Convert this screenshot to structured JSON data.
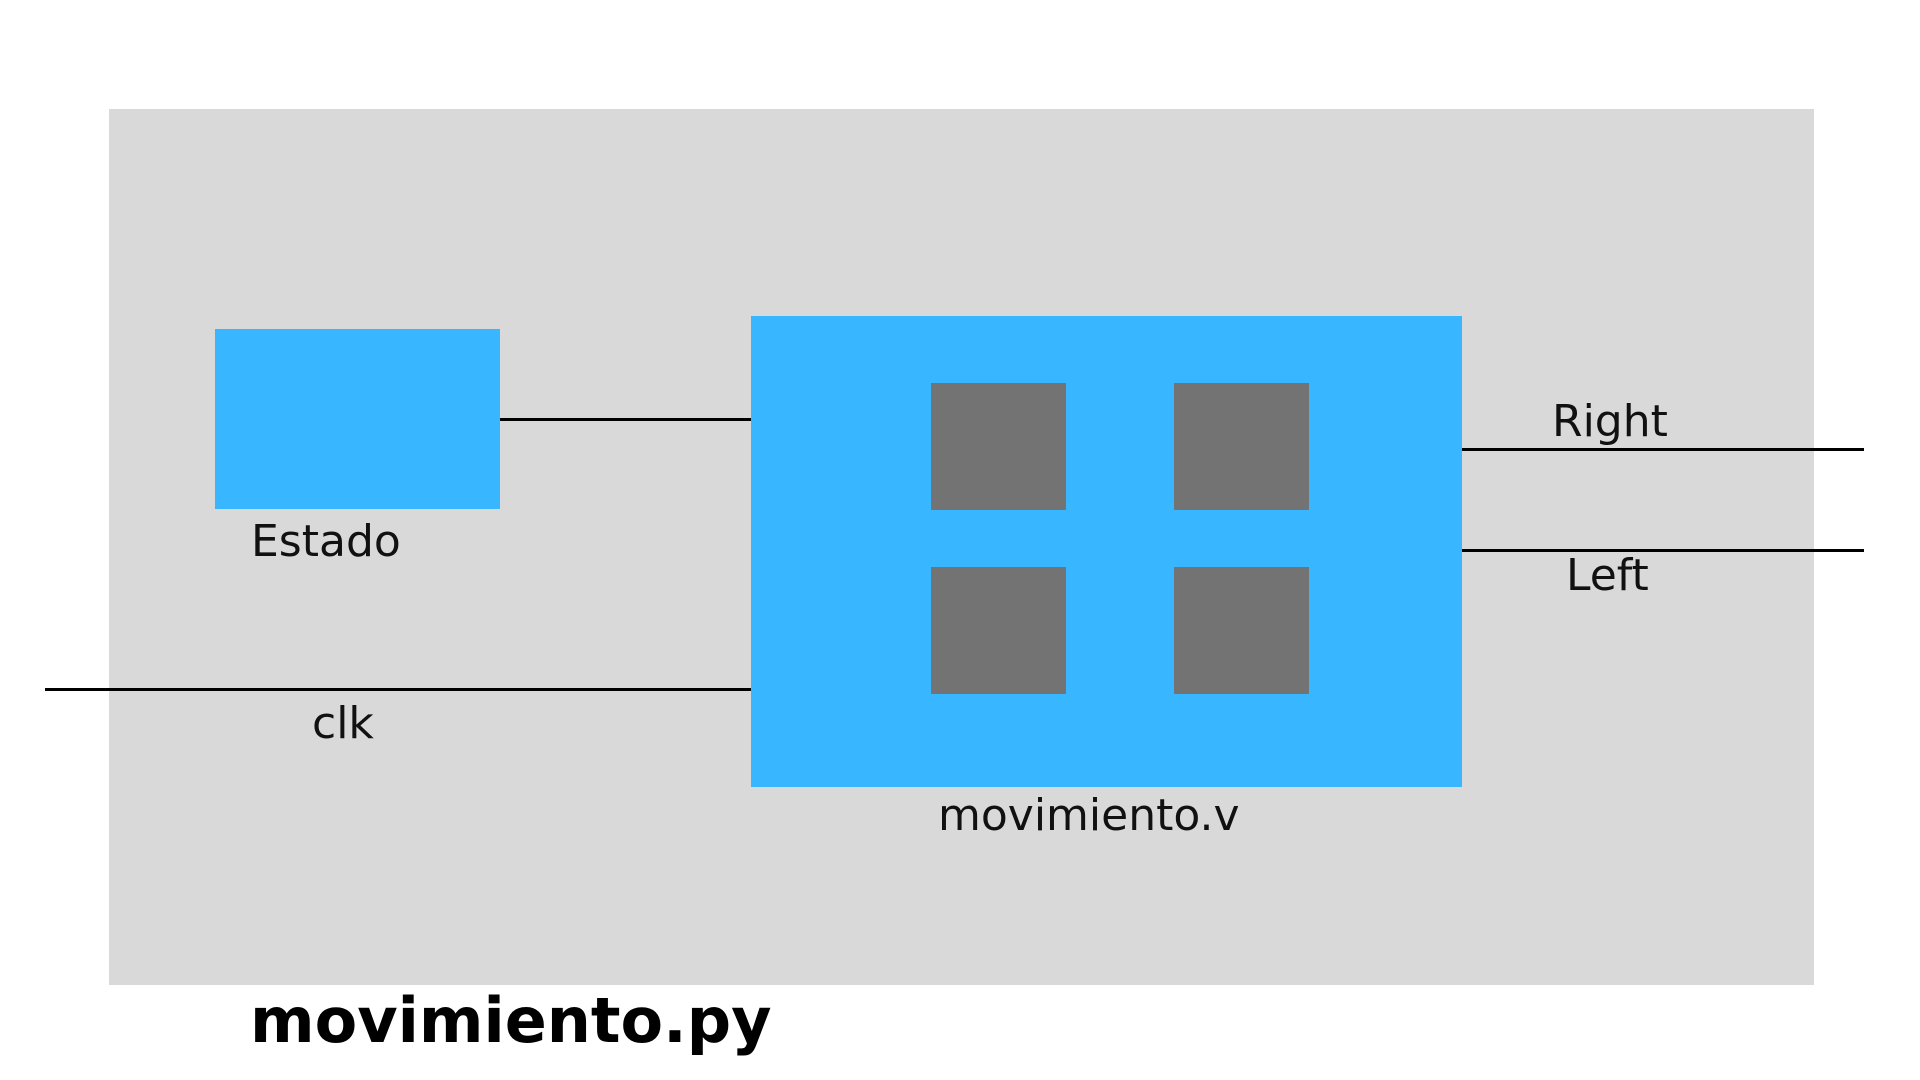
{
  "diagram": {
    "title": "movimiento.py",
    "blocks": {
      "estado": {
        "label": "Estado"
      },
      "module": {
        "label": "movimiento.v"
      }
    },
    "signals": {
      "clk": "clk",
      "right": "Right",
      "left": "Left"
    },
    "colors": {
      "background_panel": "#d9d9d9",
      "block_fill": "#38b6ff",
      "inner_cell_fill": "#737373",
      "wire": "#000000"
    }
  }
}
